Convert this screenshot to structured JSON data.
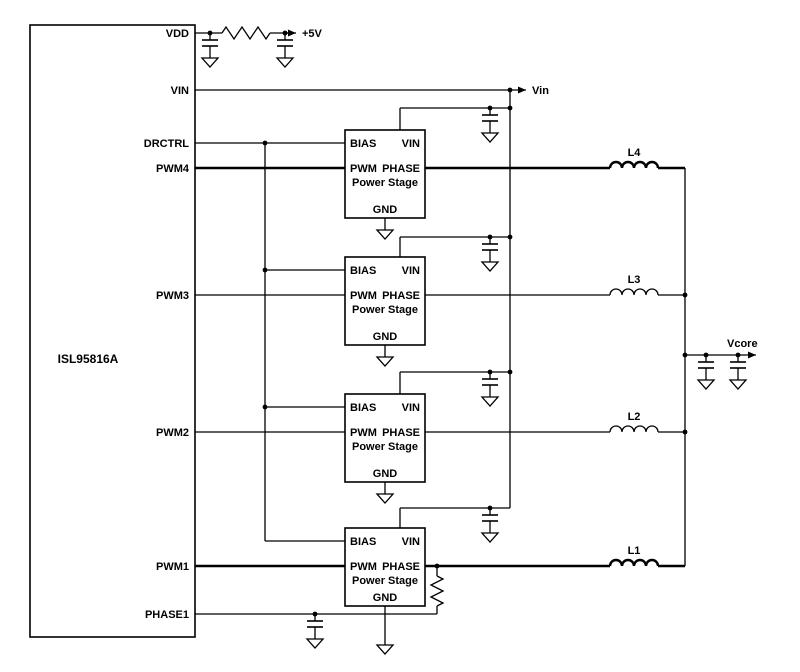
{
  "schematic": {
    "background_color": "#ffffff",
    "wire_color": "#000000",
    "controller": {
      "name": "ISL95816A",
      "pins": {
        "vdd": "VDD",
        "vin": "VIN",
        "drctrl": "DRCTRL",
        "pwm4": "PWM4",
        "pwm3": "PWM3",
        "pwm2": "PWM2",
        "pwm1": "PWM1",
        "phase1": "PHASE1"
      }
    },
    "power_stage": {
      "title": "Power Stage",
      "pins": {
        "bias": "BIAS",
        "vin": "VIN",
        "pwm": "PWM",
        "phase": "PHASE",
        "gnd": "GND"
      }
    },
    "inductors": {
      "l4": "L4",
      "l3": "L3",
      "l2": "L2",
      "l1": "L1"
    },
    "nets": {
      "supply": "+5V",
      "vin": "Vin",
      "vcore": "Vcore"
    }
  }
}
